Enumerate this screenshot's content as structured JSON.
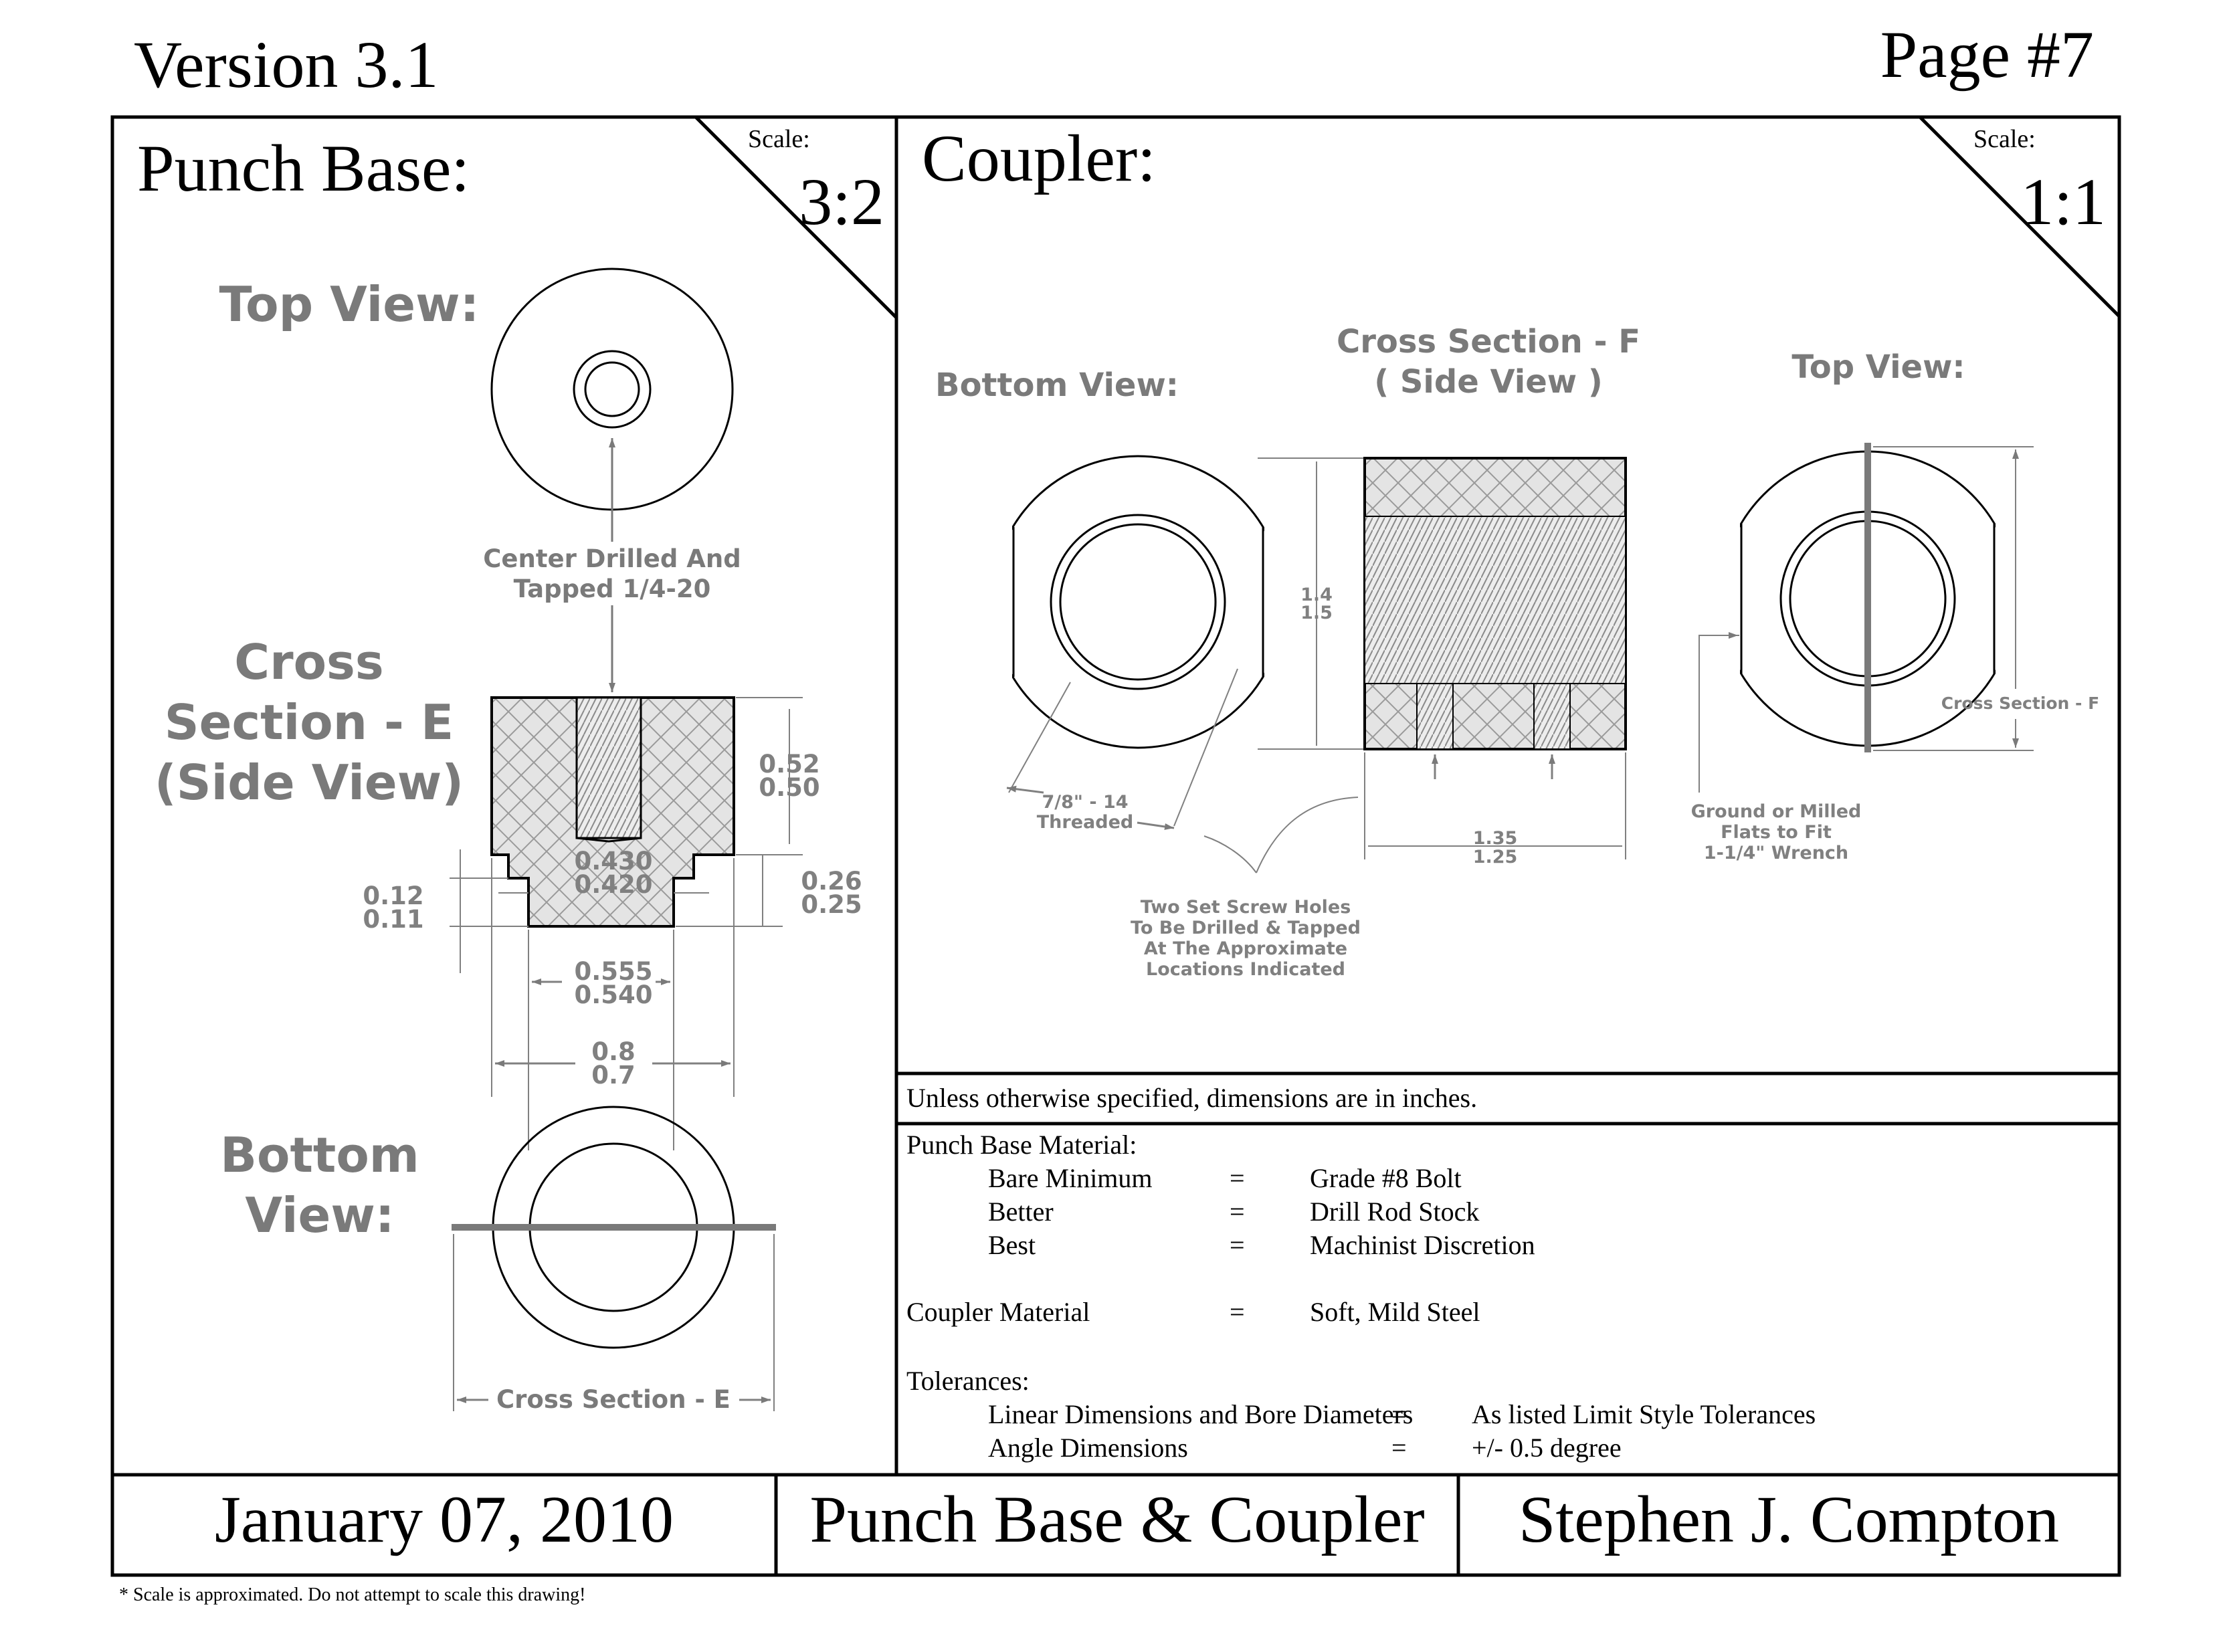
{
  "header": {
    "version": "Version 3.1",
    "page": "Page #7"
  },
  "punch_base": {
    "title": "Punch Base:",
    "scale_label": "Scale:",
    "scale_value": "3:2",
    "top_view_label": "Top View:",
    "note_line1": "Center Drilled And",
    "note_line2": "Tapped 1/4-20",
    "cross_label_line1": "Cross",
    "cross_label_line2": "Section - E",
    "cross_label_line3": "(Side View)",
    "dim_height_max": "0.52",
    "dim_height_min": "0.50",
    "dim_neck_max": "0.430",
    "dim_neck_min": "0.420",
    "dim_groove_max": "0.12",
    "dim_groove_min": "0.11",
    "dim_lower_max": "0.26",
    "dim_lower_min": "0.25",
    "dim_base_max": "0.555",
    "dim_base_min": "0.540",
    "dim_od_max": "0.8",
    "dim_od_min": "0.7",
    "bottom_view_line1": "Bottom",
    "bottom_view_line2": "View:",
    "section_marker": "Cross Section - E"
  },
  "coupler": {
    "title": "Coupler:",
    "scale_label": "Scale:",
    "scale_value": "1:1",
    "bottom_view_label": "Bottom View:",
    "cross_label_line1": "Cross Section - F",
    "cross_label_line2": "( Side View )",
    "top_view_label": "Top View:",
    "dim_height_max": "1.4",
    "dim_height_min": "1.5",
    "dim_width_max": "1.35",
    "dim_width_min": "1.25",
    "thread_note_line1": "7/8\" - 14",
    "thread_note_line2": "Threaded",
    "setscrew_note_line1": "Two Set Screw Holes",
    "setscrew_note_line2": "To Be Drilled & Tapped",
    "setscrew_note_line3": "At The Approximate",
    "setscrew_note_line4": "Locations Indicated",
    "flats_note_line1": "Ground or Milled",
    "flats_note_line2": "Flats to Fit",
    "flats_note_line3": "1-1/4\" Wrench",
    "section_marker": "Cross Section - F"
  },
  "notes": {
    "units_note": "Unless otherwise specified, dimensions are in inches.",
    "punch_material_heading": "Punch Base Material:",
    "materials": [
      {
        "label": "Bare Minimum",
        "eq": "=",
        "value": "Grade #8 Bolt"
      },
      {
        "label": "Better",
        "eq": "=",
        "value": "Drill Rod Stock"
      },
      {
        "label": "Best",
        "eq": "=",
        "value": "Machinist Discretion"
      }
    ],
    "coupler_material_label": "Coupler Material",
    "coupler_material_eq": "=",
    "coupler_material_value": "Soft, Mild Steel",
    "tolerances_heading": "Tolerances:",
    "tolerances": [
      {
        "label": "Linear Dimensions and Bore Diameters",
        "eq": "=",
        "value": "As listed Limit Style Tolerances"
      },
      {
        "label": "Angle Dimensions",
        "eq": "=",
        "value": "+/- 0.5 degree"
      }
    ]
  },
  "title_block": {
    "date": "January 07, 2010",
    "part_name": "Punch Base & Coupler",
    "author": "Stephen J. Compton"
  },
  "footer": {
    "disclaimer": "* Scale is approximated.  Do not attempt to scale this drawing!"
  },
  "colors": {
    "line": "#000000",
    "label_gray": "#7a7a7a",
    "dim_gray": "#808080",
    "hatch": "#9a9a9a",
    "fill_gray": "#d9d9d9"
  }
}
